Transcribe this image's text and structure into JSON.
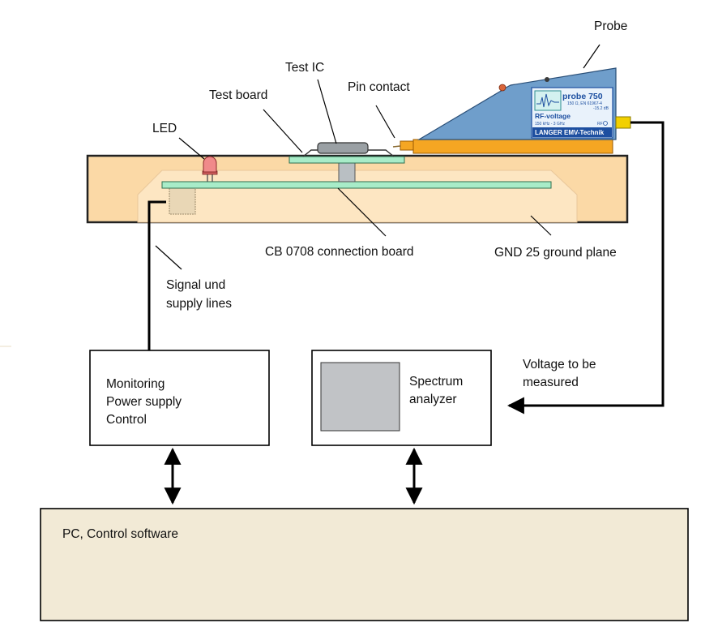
{
  "labels": {
    "probe": "Probe",
    "test_ic": "Test IC",
    "pin_contact": "Pin contact",
    "test_board": "Test board",
    "led": "LED",
    "connection_board": "CB 0708 connection board",
    "ground_plane": "GND 25 ground plane",
    "signal_lines_1": "Signal und",
    "signal_lines_2": "supply lines",
    "voltage_1": "Voltage to be",
    "voltage_2": "measured"
  },
  "boxes": {
    "monitoring_1": "Monitoring",
    "monitoring_2": "Power supply",
    "monitoring_3": "Control",
    "spectrum_1": "Spectrum",
    "spectrum_2": "analyzer",
    "pc": "PC, Control software"
  },
  "probe_plate": {
    "model": "probe 750",
    "spec_line": "150 Ω, EN 61967-4",
    "attenuation": "-15.2 dB",
    "type": "RF-voltage",
    "range": "150 kHz - 3 GHz",
    "rf_mark": "RF",
    "brand": "LANGER EMV-Technik"
  },
  "colors": {
    "ground_plane": "#fbd9a6",
    "ground_inner": "#fde6c2",
    "board": "#a8ecc8",
    "probe_body": "#6f9ecb",
    "probe_base": "#f5a623",
    "pc_box": "#f2ead6",
    "analyzer_screen": "#c1c3c6",
    "led": "#f08a8a"
  }
}
